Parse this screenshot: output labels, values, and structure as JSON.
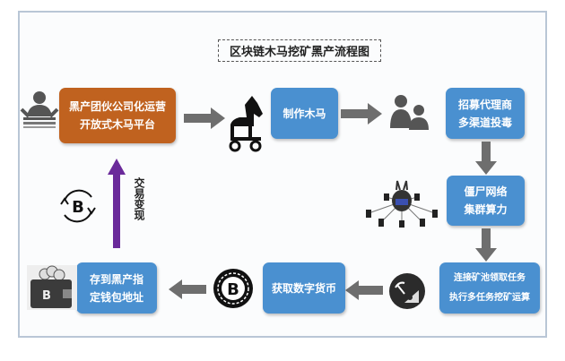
{
  "title": "区块链木马挖矿黑产流程图",
  "steps": {
    "platform": {
      "line1": "黑产团伙公司化运营",
      "line2": "开放式木马平台"
    },
    "make_trojan": {
      "line1": "制作木马"
    },
    "recruit": {
      "line1": "招募代理商",
      "line2": "多渠道投毒"
    },
    "botnet": {
      "line1": "僵尸网络",
      "line2": "集群算力"
    },
    "mining": {
      "line1": "连接矿池领取任务",
      "line2": "执行多任务挖矿运算"
    },
    "obtain": {
      "line1": "获取数字货币"
    },
    "wallet": {
      "line1": "存到黑产指",
      "line2": "定钱包地址"
    }
  },
  "cashout_label": "交易变现",
  "colors": {
    "blue": "#4a90d0",
    "orange": "#c0621f",
    "arrow": "#6e6e6e",
    "purple": "#6a2a9a"
  }
}
